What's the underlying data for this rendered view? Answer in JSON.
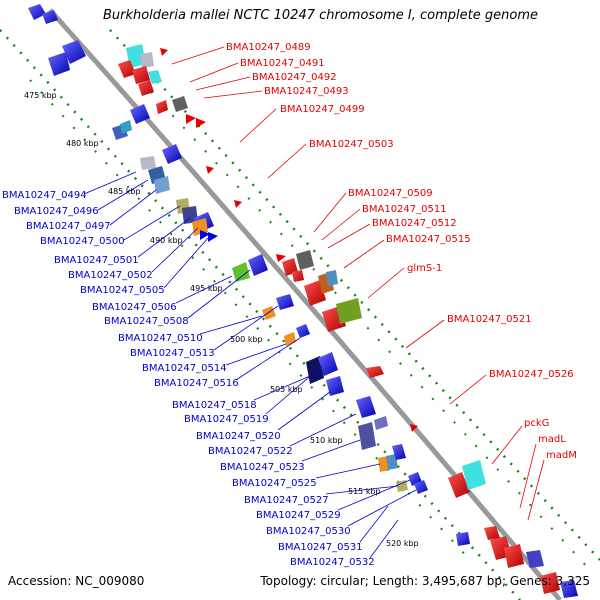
{
  "title": "Burkholderia mallei NCTC 10247 chromosome I, complete genome",
  "footer": {
    "accession": "Accession: NC_009080",
    "summary": "Topology: circular; Length: 3,495,687 bp; Genes: 3,325"
  },
  "ticks": [
    "475 kbp",
    "480 kbp",
    "485 kbp",
    "490 kbp",
    "495 kbp",
    "500 kbp",
    "505 kbp",
    "510 kbp",
    "515 kbp",
    "520 kbp"
  ],
  "labels_right": [
    "BMA10247_0489",
    "BMA10247_0491",
    "BMA10247_0492",
    "BMA10247_0493",
    "BMA10247_0499",
    "BMA10247_0503",
    "BMA10247_0509",
    "BMA10247_0511",
    "BMA10247_0512",
    "BMA10247_0515",
    "glmS-1",
    "BMA10247_0521",
    "BMA10247_0526",
    "pckG",
    "madL",
    "madM"
  ],
  "labels_left": [
    "BMA10247_0494",
    "BMA10247_0496",
    "BMA10247_0497",
    "BMA10247_0500",
    "BMA10247_0501",
    "BMA10247_0502",
    "BMA10247_0505",
    "BMA10247_0506",
    "BMA10247_0508",
    "BMA10247_0510",
    "BMA10247_0513",
    "BMA10247_0514",
    "BMA10247_0516",
    "BMA10247_0518",
    "BMA10247_0519",
    "BMA10247_0520",
    "BMA10247_0522",
    "BMA10247_0523",
    "BMA10247_0525",
    "BMA10247_0527",
    "BMA10247_0529",
    "BMA10247_0530",
    "BMA10247_0531",
    "BMA10247_0532"
  ],
  "colors": {
    "backbone": "#999999",
    "forward": "#e60000",
    "reverse": "#0000e6",
    "dots": "#118811",
    "label_forward": "#e00000",
    "label_reverse": "#0000cc"
  }
}
